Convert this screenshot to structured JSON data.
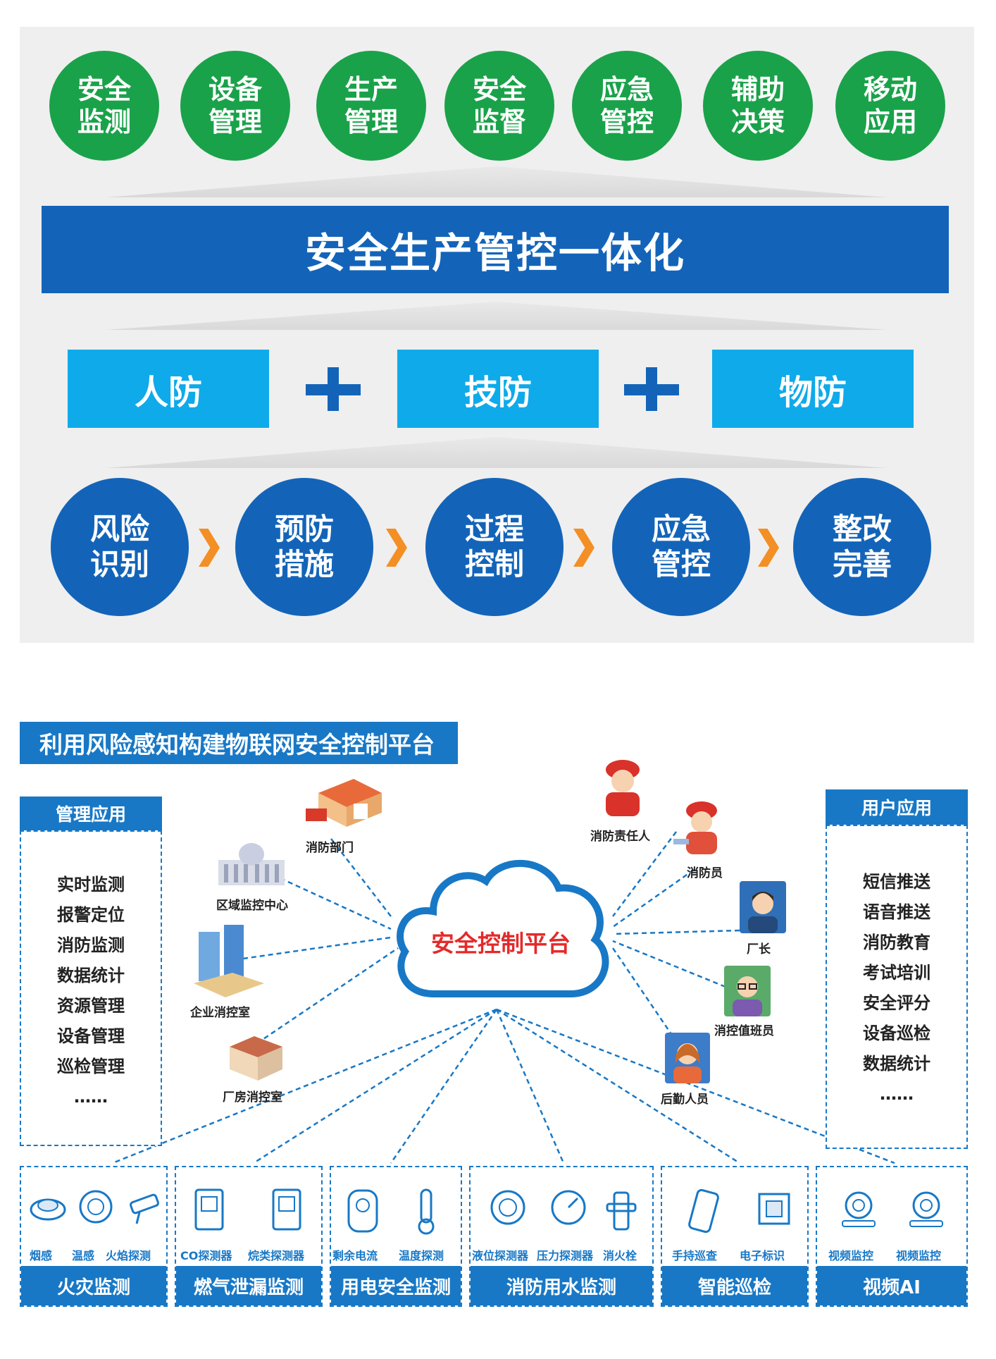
{
  "top": {
    "modules": [
      "安全\n监测",
      "设备\n管理",
      "生产\n管理",
      "安全\n监督",
      "应急\n管控",
      "辅助\n决策",
      "移动\n应用"
    ],
    "banner": "安全生产管控一体化",
    "defenses": [
      "人防",
      "技防",
      "物防"
    ],
    "process": [
      "风险\n识别",
      "预防\n措施",
      "过程\n控制",
      "应急\n管控",
      "整改\n完善"
    ],
    "colors": {
      "green": "#1aa24a",
      "navy": "#1364b9",
      "sky": "#0faaea",
      "orange": "#f38f24"
    }
  },
  "bottom": {
    "title": "利用风险感知构建物联网安全控制平台",
    "cloud_label": "安全控制平台",
    "mgmt": {
      "header": "管理应用",
      "items": [
        "实时监测",
        "报警定位",
        "消防监测",
        "数据统计",
        "资源管理",
        "设备管理",
        "巡检管理",
        "……"
      ]
    },
    "user": {
      "header": "用户应用",
      "items": [
        "短信推送",
        "语音推送",
        "消防教育",
        "考试培训",
        "安全评分",
        "设备巡检",
        "数据统计",
        "……"
      ]
    },
    "left_nodes": [
      "消防部门",
      "区域监控中心",
      "企业消控室",
      "厂房消控室"
    ],
    "right_nodes": [
      "消防责任人",
      "消防员",
      "厂长",
      "消控值班员",
      "后勤人员"
    ],
    "categories": [
      {
        "title": "火灾监测",
        "devices": [
          "烟感",
          "温感",
          "火焰探测"
        ]
      },
      {
        "title": "燃气泄漏监测",
        "devices": [
          "CO探测器",
          "烷类探测器"
        ]
      },
      {
        "title": "用电安全监测",
        "devices": [
          "剩余电流",
          "温度探测"
        ]
      },
      {
        "title": "消防用水监测",
        "devices": [
          "液位探测器",
          "压力探测器",
          "消火栓"
        ]
      },
      {
        "title": "智能巡检",
        "devices": [
          "手持巡查",
          "电子标识"
        ]
      },
      {
        "title": "视频AI",
        "devices": [
          "视频监控",
          "视频监控"
        ]
      }
    ],
    "colors": {
      "blue": "#1878c6",
      "red": "#e42a2a"
    }
  }
}
